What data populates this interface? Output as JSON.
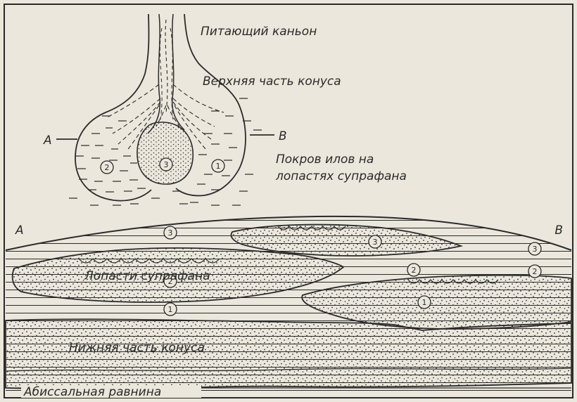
{
  "plan_view": {
    "labels": {
      "canyon": "Питающий каньон",
      "upper_fan": "Верхняя часть конуса",
      "mud_cover_line1": "Покров илов на",
      "mud_cover_line2": "лопастях супрафана",
      "point_a": "А",
      "point_b": "В"
    },
    "lobes": [
      {
        "number": "2"
      },
      {
        "number": "3"
      },
      {
        "number": "1"
      }
    ]
  },
  "section_view": {
    "labels": {
      "point_a": "А",
      "point_b": "В",
      "suprafan_lobes": "Лопасти  супрафана",
      "lower_fan": "Нижняя часть конуса",
      "abyssal_plain": "Абиссальная равнина"
    },
    "markers": {
      "m3_left": "3",
      "m3_center": "3",
      "m3_right": "3",
      "m2_left": "2",
      "m2_center": "2",
      "m2_right": "2",
      "m1_left": "1",
      "m1_right": "1"
    }
  },
  "colors": {
    "paper": "#ebe7dc",
    "ink": "#2a2a2a"
  }
}
